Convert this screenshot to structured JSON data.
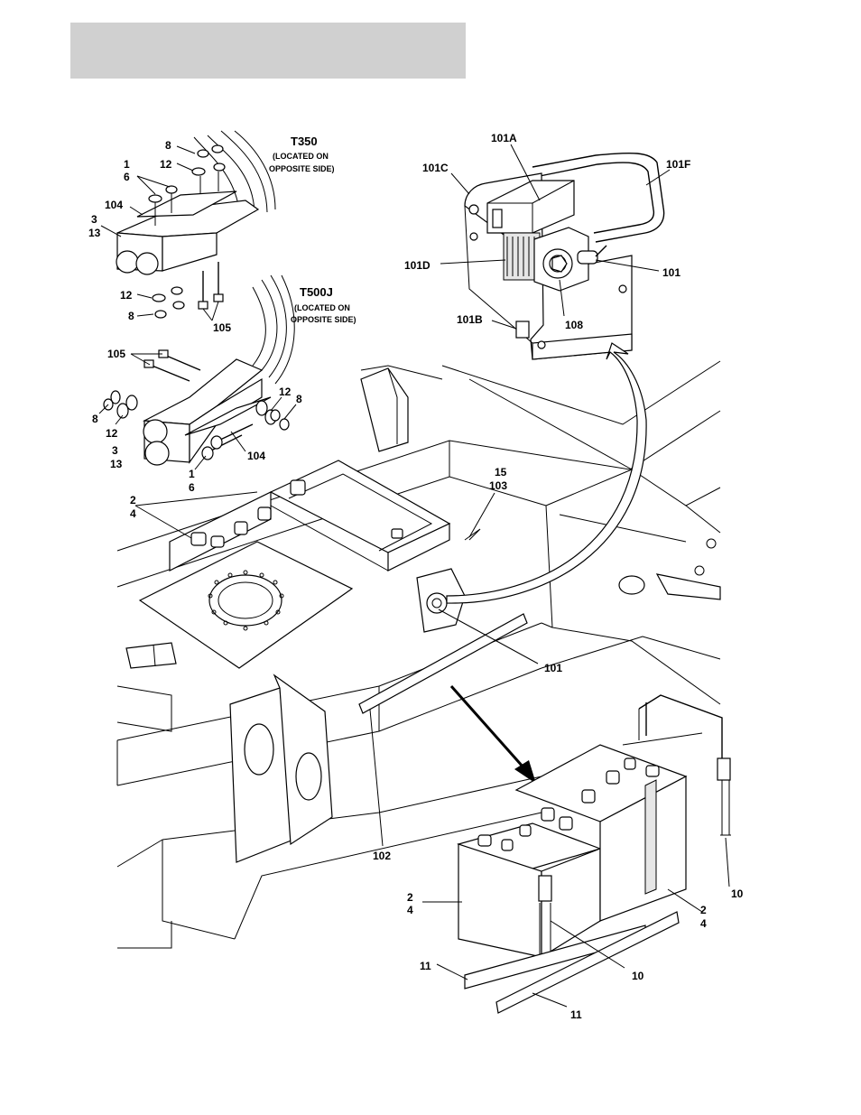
{
  "header": {
    "text": ""
  },
  "notes": {
    "t350": {
      "title": "T350",
      "line1": "(LOCATED ON",
      "line2": "OPPOSITE SIDE)"
    },
    "t500j": {
      "title": "T500J",
      "line1": "(LOCATED ON",
      "line2": "OPPOSITE SIDE)"
    }
  },
  "callouts": {
    "c101A": "101A",
    "c101C": "101C",
    "c101F": "101F",
    "c101D": "101D",
    "c101_detail": "101",
    "c101B": "101B",
    "c108": "108",
    "c8_top": "8",
    "c1_top": "1",
    "c6_top": "6",
    "c12_top": "12",
    "c104_top": "104",
    "c3_top": "3",
    "c13_top": "13",
    "c12_mid": "12",
    "c8_mid": "8",
    "c105_top": "105",
    "c105_bot": "105",
    "c12_r": "12",
    "c8_r": "8",
    "c8_l": "8",
    "c12_l": "12",
    "c104_bot": "104",
    "c3_bot": "3",
    "c13_bot": "13",
    "c1_bot": "1",
    "c6_bot": "6",
    "c2_a": "2",
    "c4_a": "4",
    "c15": "15",
    "c103": "103",
    "c101_main": "101",
    "c102": "102",
    "c2_b": "2",
    "c4_b": "4",
    "c2_c": "2",
    "c4_c": "4",
    "c10_a": "10",
    "c10_b": "10",
    "c11_a": "11",
    "c11_b": "11"
  }
}
